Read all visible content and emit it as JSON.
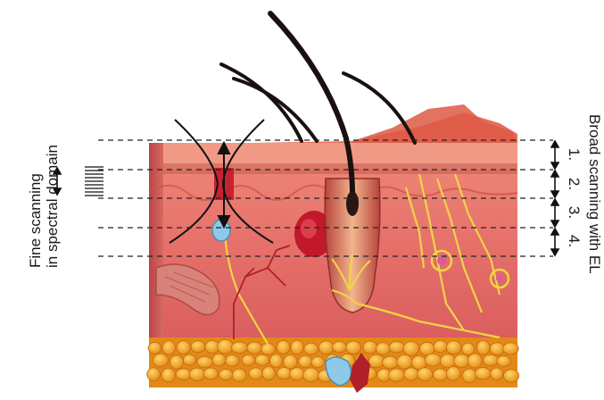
{
  "labels": {
    "left_line1": "Fine scanning",
    "left_line2": "in spectral domain",
    "right_line1": "Broad scanning with EL",
    "steps": [
      "1.",
      "2.",
      "3.",
      "4."
    ]
  },
  "colors": {
    "epidermis": "#e8806e",
    "dermis": "#e9756a",
    "fat": "#f2a72a",
    "hair": "#1b1010",
    "nerve": "#f0d447",
    "highlight_red": "#c2182b",
    "gland_blue": "#8ec9e8"
  },
  "icons": [
    "double-arrow-icon",
    "grating-icon",
    "hair-follicle-icon",
    "sweat-gland-icon",
    "nerve-fiber-icon"
  ]
}
